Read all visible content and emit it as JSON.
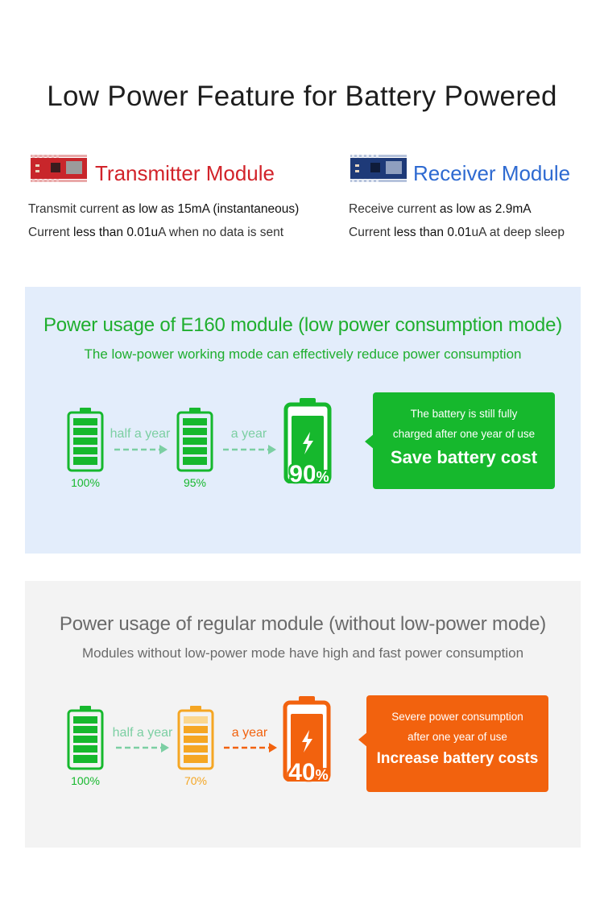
{
  "title": "Low Power Feature for Battery Powered",
  "transmitter": {
    "heading": "Transmitter Module",
    "line1": {
      "pre": "Transmit current ",
      "em": "as low as 15mA (instantaneous)",
      "post": ""
    },
    "line2": {
      "pre": "Current ",
      "em": "less than 0.01u",
      "post": "A when no data is sent"
    }
  },
  "receiver": {
    "heading": "Receiver Module",
    "line1": {
      "pre": "Receive current ",
      "em": "as low as 2.9mA",
      "post": ""
    },
    "line2": {
      "pre": "Current ",
      "em": "less than 0.01",
      "post": "uA at deep sleep"
    }
  },
  "panel_e160": {
    "title": "Power usage of E160 module (low power consumption mode)",
    "subtitle": "The low-power working mode can effectively reduce power consumption",
    "battery1_pct": "100%",
    "arrow1_label": "half a year",
    "battery2_pct": "95%",
    "arrow2_label": "a year",
    "big_number": "90",
    "big_unit": "%",
    "bubble_line1": "The battery is still fully",
    "bubble_line2": "charged after one year of use",
    "bubble_big": "Save battery cost",
    "colors": {
      "title": "#1fae2e",
      "accent": "#16b82d",
      "arrow": "#7ccfa3",
      "bg": "#e3edfb"
    }
  },
  "panel_regular": {
    "title": "Power usage of regular module (without low-power mode)",
    "subtitle": "Modules without low-power mode have high and fast power consumption",
    "battery1_pct": "100%",
    "arrow1_label": "half a year",
    "battery2_pct": "70%",
    "arrow2_label": "a year",
    "big_number": "40",
    "big_unit": "%",
    "bubble_line1": "Severe power consumption",
    "bubble_line2": "after one year of use",
    "bubble_big": "Increase battery costs",
    "colors": {
      "title": "#6a6a6a",
      "green": "#16b82d",
      "yellow": "#f5a623",
      "orange": "#f2620e",
      "arrow_teal": "#7ccfa3",
      "bg": "#f3f3f3"
    }
  },
  "icons": {
    "transmitter_chip": "red-pcb-module-icon",
    "receiver_chip": "blue-pcb-module-icon",
    "battery": "battery-icon",
    "bolt": "lightning-bolt-icon",
    "arrow": "dashed-arrow-icon"
  }
}
